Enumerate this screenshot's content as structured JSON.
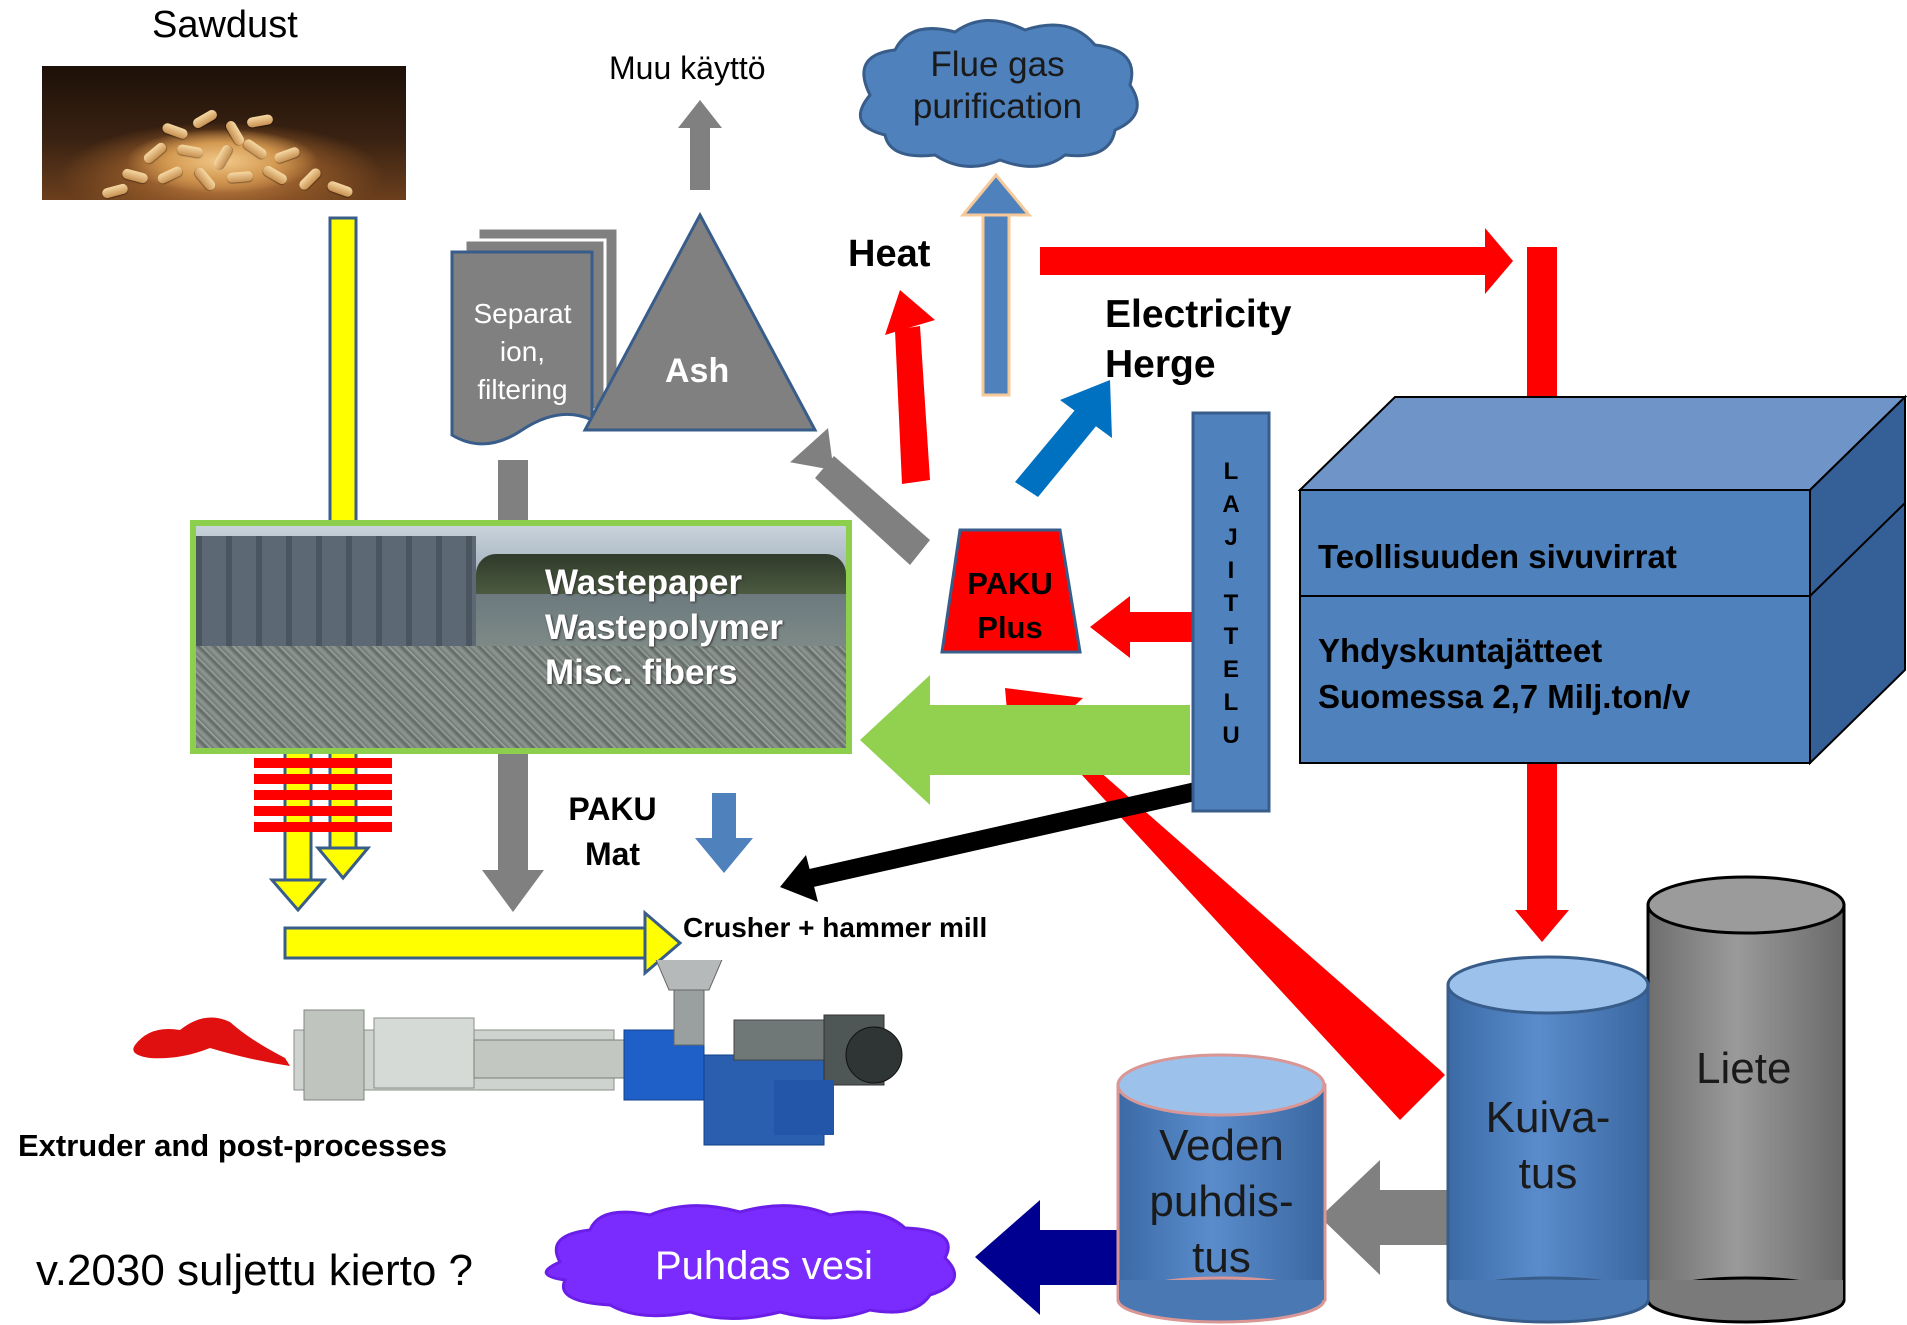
{
  "colors": {
    "red": "#ff0000",
    "yellow": "#ffff00",
    "gray": "#808080",
    "blue_box": "#4f81bd",
    "blue_dark": "#385d8a",
    "green": "#92d050",
    "navy": "#000090",
    "purple": "#7a2cff"
  },
  "labels": {
    "sawdust": "Sawdust",
    "muu_kaytto": "Muu käyttö",
    "flue_gas": [
      "Flue gas",
      "purification"
    ],
    "separation": [
      "Separat",
      "ion,",
      "filtering"
    ],
    "ash": "Ash",
    "heat": "Heat",
    "electricity": [
      "Electricity",
      "Herge"
    ],
    "paku_plus": [
      "PAKU",
      "Plus"
    ],
    "lajittelu": [
      "L",
      "A",
      "J",
      "I",
      "T",
      "T",
      "E",
      "L",
      "U"
    ],
    "teollisuuden": "Teollisuuden sivuvirrat",
    "yhdyskunta": [
      "Yhdyskuntajätteet",
      "Suomessa 2,7 Milj.ton/v"
    ],
    "waste": [
      "Wastepaper",
      "Wastepolymer",
      "Misc. fibers"
    ],
    "paku_mat": [
      "PAKU",
      "Mat"
    ],
    "crusher": "Crusher + hammer mill",
    "extruder": "Extruder and post-processes",
    "liete": "Liete",
    "kuivatus": [
      "Kuiva-",
      "tus"
    ],
    "veden": [
      "Veden",
      "puhdis-",
      "tus"
    ],
    "puhdas_vesi": "Puhdas vesi",
    "suljettu": "v.2030 suljettu kierto ?"
  },
  "icons": {
    "sawdust_photo": "wood-pellets-photo",
    "waste_photo": "waste-yard-photo",
    "extruder_photo": "extruder-line-photo",
    "product": "red-molded-part"
  }
}
